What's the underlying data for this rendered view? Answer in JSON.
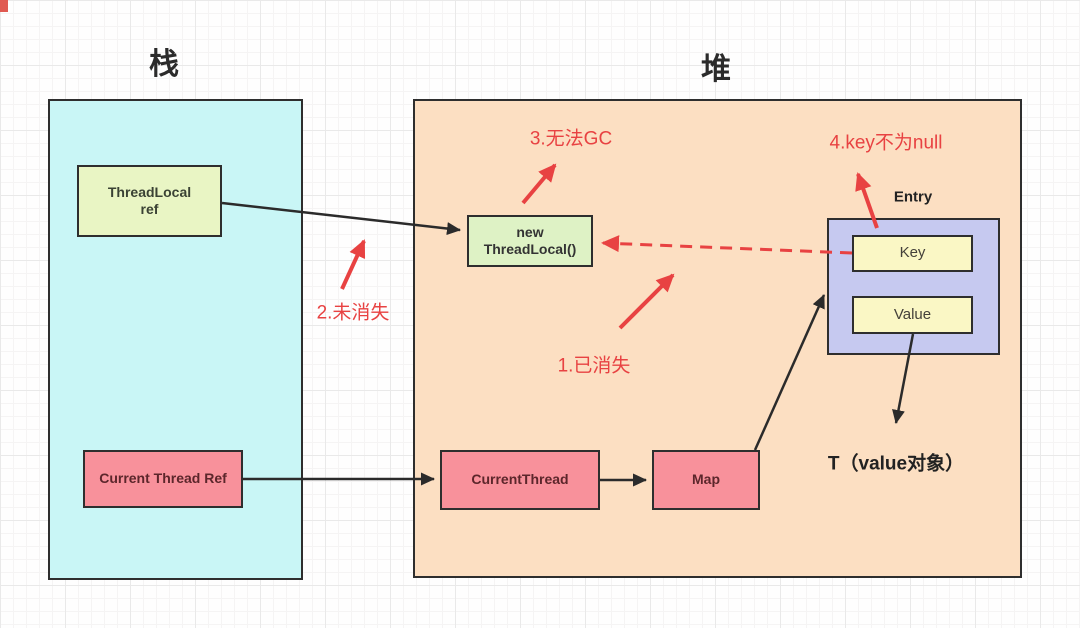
{
  "titles": {
    "stack": "栈",
    "heap": "堆"
  },
  "stack": {
    "threadlocal_ref": {
      "line1": "ThreadLocal",
      "line2": "ref"
    },
    "current_thread_ref": {
      "label": "Current Thread Ref"
    }
  },
  "heap": {
    "new_threadlocal": {
      "line1": "new",
      "line2": "ThreadLocal()"
    },
    "current_thread": {
      "label": "CurrentThread"
    },
    "map": {
      "label": "Map"
    },
    "entry": {
      "title": "Entry",
      "key": "Key",
      "value": "Value"
    },
    "t_value": "T（value对象）"
  },
  "annotations": {
    "a1": "1.已消失",
    "a2": "2.未消失",
    "a3": "3.无法GC",
    "a4": "4.key不为null"
  },
  "colors": {
    "stack_fill": "#c9f6f6",
    "heap_fill": "#fcdfc2",
    "threadlocal_ref_fill": "#e9f5c4",
    "new_threadlocal_fill": "#def2c5",
    "pink_fill": "#f8919b",
    "entry_fill": "#c6c9f0",
    "key_value_fill": "#faf7c5",
    "annotation_red": "#e84242",
    "border": "#2e2e2e"
  }
}
